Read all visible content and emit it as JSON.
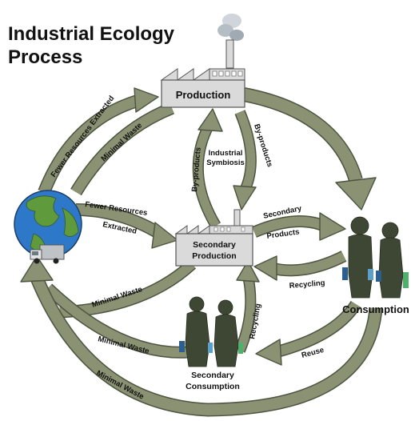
{
  "title": {
    "line1": "Industrial Ecology",
    "line2": "Process"
  },
  "nodes": {
    "production": "Production",
    "secondary_production_line1": "Secondary",
    "secondary_production_line2": "Production",
    "consumption": "Consumption",
    "secondary_consumption_line1": "Secondary",
    "secondary_consumption_line2": "Consumption"
  },
  "labels": {
    "fewer_resources_extracted_top": "Fewer Resources Extracted",
    "minimal_waste_top": "Minimal Waste",
    "byproducts_left": "By-products",
    "industrial_symbiosis_line1": "Industrial",
    "industrial_symbiosis_line2": "Symbiosis",
    "byproducts_right": "By-products",
    "fewer_resources_line1": "Fewer Resources",
    "fewer_resources_line2": "Extracted",
    "secondary_products_line1": "Secondary",
    "secondary_products_line2": "Products",
    "recycling_right": "Recycling",
    "minimal_waste_mid": "Minimal Waste",
    "recycling_lower": "Recycling",
    "minimal_waste_lower": "Minimal Waste",
    "reuse": "Reuse",
    "minimal_waste_bottom": "Minimal Waste"
  },
  "colors": {
    "arrow_fill": "#8a9273",
    "arrow_stroke": "#4d5440",
    "box_fill": "#dadada",
    "ocean": "#2d78c8",
    "land": "#5f9a3c",
    "person": "#3e4733"
  }
}
